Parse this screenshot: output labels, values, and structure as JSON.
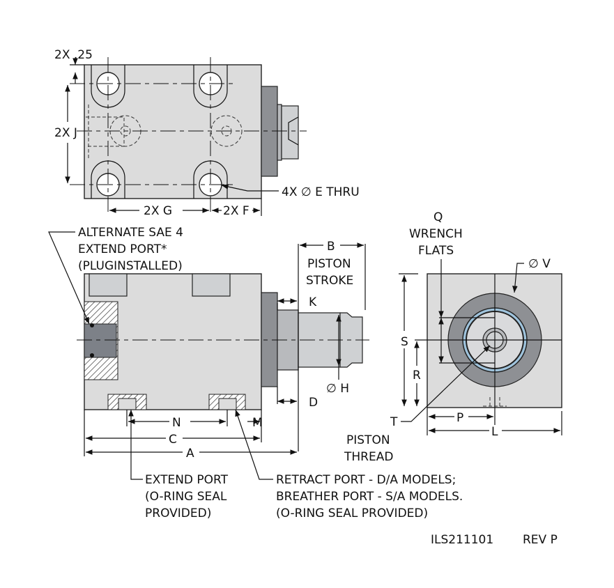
{
  "top_view": {
    "edge_dim": "2X .25",
    "hole_spacing_vertical": "2X J",
    "hole_callout": "4X ∅ E THRU",
    "hole_spacing_horizontal": "2X G",
    "edge_to_hole": "2X F"
  },
  "side_view": {
    "alternate_port": [
      "ALTERNATE SAE 4",
      "EXTEND PORT*",
      "(PLUGINSTALLED)"
    ],
    "stroke_dim": "B",
    "stroke_label": [
      "PISTON",
      "STROKE"
    ],
    "k": "K",
    "h": "∅ H",
    "d": "D",
    "n": "N",
    "m": "M",
    "c": "C",
    "a": "A",
    "extend_port": [
      "EXTEND PORT",
      "(O-RING SEAL",
      "PROVIDED)"
    ],
    "retract_port": [
      "RETRACT PORT - D/A MODELS;",
      "BREATHER PORT - S/A MODELS.",
      "(O-RING SEAL PROVIDED)"
    ]
  },
  "end_view": {
    "wrench_flats": [
      "Q",
      "WRENCH",
      "FLATS"
    ],
    "v": "∅ V",
    "s": "S",
    "r": "R",
    "t": "T",
    "piston_thread": [
      "PISTON",
      "THREAD"
    ],
    "p": "P",
    "l": "L"
  },
  "title_block": {
    "drawing_number": "ILS211101",
    "revision": "REV P"
  }
}
